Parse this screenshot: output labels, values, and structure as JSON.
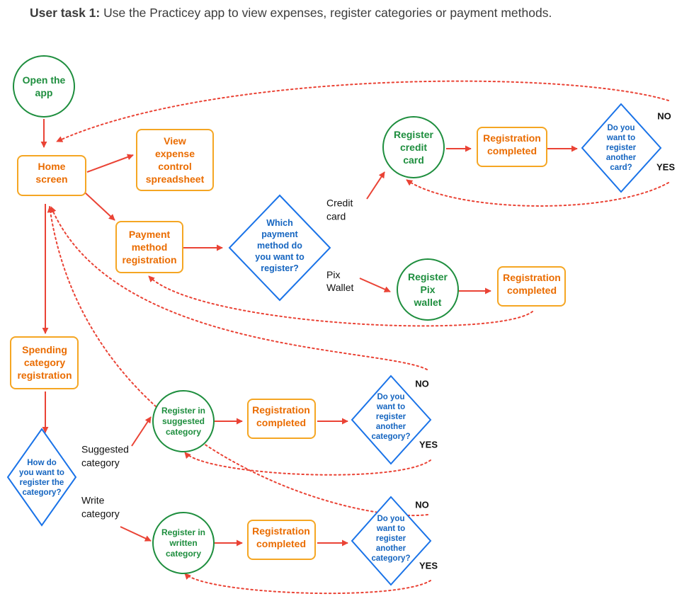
{
  "title": {
    "bold": "User task 1:",
    "text": " Use the Practicey app to view expenses, register categories or payment methods."
  },
  "colors": {
    "green": "#1e8e3e",
    "orange": "#f28b00",
    "orange_text": "#ea6c00",
    "blue": "#1a73e8",
    "blue_text": "#1565c0",
    "red": "#ea4335",
    "label": "#111111"
  },
  "nodes": {
    "open_app": [
      "Open the",
      "app"
    ],
    "home": [
      "Home",
      "screen"
    ],
    "view_spreadsheet": [
      "View",
      "expense",
      "control",
      "spreadsheet"
    ],
    "payment_registration": [
      "Payment",
      "method",
      "registration"
    ],
    "which_payment": [
      "Which",
      "payment",
      "method do",
      "you want to",
      "register?"
    ],
    "register_credit_card": [
      "Register",
      "credit",
      "card"
    ],
    "credit_completed": [
      "Registration",
      "completed"
    ],
    "another_card": [
      "Do you",
      "want to",
      "register",
      "another",
      "card?"
    ],
    "register_pix": [
      "Register",
      "Pix",
      "wallet"
    ],
    "pix_completed": [
      "Registration",
      "completed"
    ],
    "spending_registration": [
      "Spending",
      "category",
      "registration"
    ],
    "how_register": [
      "How do",
      "you want to",
      "register the",
      "category?"
    ],
    "register_suggested": [
      "Register in",
      "suggested",
      "category"
    ],
    "suggested_completed": [
      "Registration",
      "completed"
    ],
    "another_category_1": [
      "Do you",
      "want to",
      "register",
      "another",
      "category?"
    ],
    "register_written": [
      "Register in",
      "written",
      "category"
    ],
    "written_completed": [
      "Registration",
      "completed"
    ],
    "another_category_2": [
      "Do you",
      "want to",
      "register",
      "another",
      "category?"
    ]
  },
  "edge_labels": {
    "credit_card": [
      "Credit",
      "card"
    ],
    "pix_wallet": [
      "Pix",
      "Wallet"
    ],
    "suggested_category": [
      "Suggested",
      "category"
    ],
    "write_category": [
      "Write",
      "category"
    ],
    "no_card": "NO",
    "yes_card": "YES",
    "no_cat1": "NO",
    "yes_cat1": "YES",
    "no_cat2": "NO",
    "yes_cat2": "YES"
  }
}
